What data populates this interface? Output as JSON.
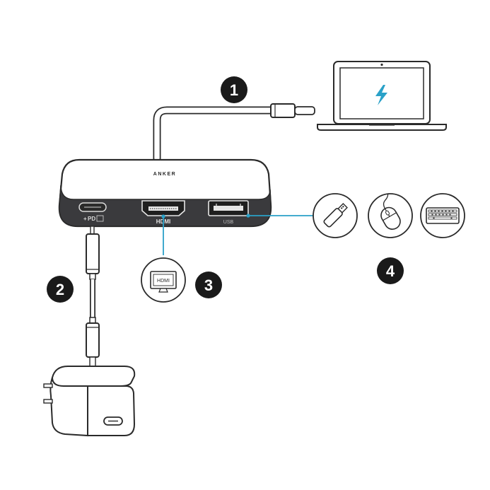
{
  "hub": {
    "brand": "ANKER",
    "ports": {
      "pd_label": "PD",
      "pd_prefix": "+",
      "hdmi_label": "HDMI",
      "usb_label": "USB"
    }
  },
  "steps": {
    "laptop": "1",
    "charger": "2",
    "display": "3",
    "peripherals": "4"
  },
  "monitor_label": "HDMI",
  "icons": {
    "laptop": "laptop-icon",
    "charging": "lightning-bolt-icon",
    "usb_drive": "usb-drive-icon",
    "mouse": "mouse-icon",
    "keyboard": "keyboard-icon",
    "monitor": "monitor-icon",
    "power_adapter": "power-adapter-icon"
  },
  "colors": {
    "outline": "#2a2a2a",
    "hub_body": "#3a3a3d",
    "connector_line": "#2aa1c8",
    "bolt": "#2aa1c8",
    "badge": "#1a1a1a"
  }
}
